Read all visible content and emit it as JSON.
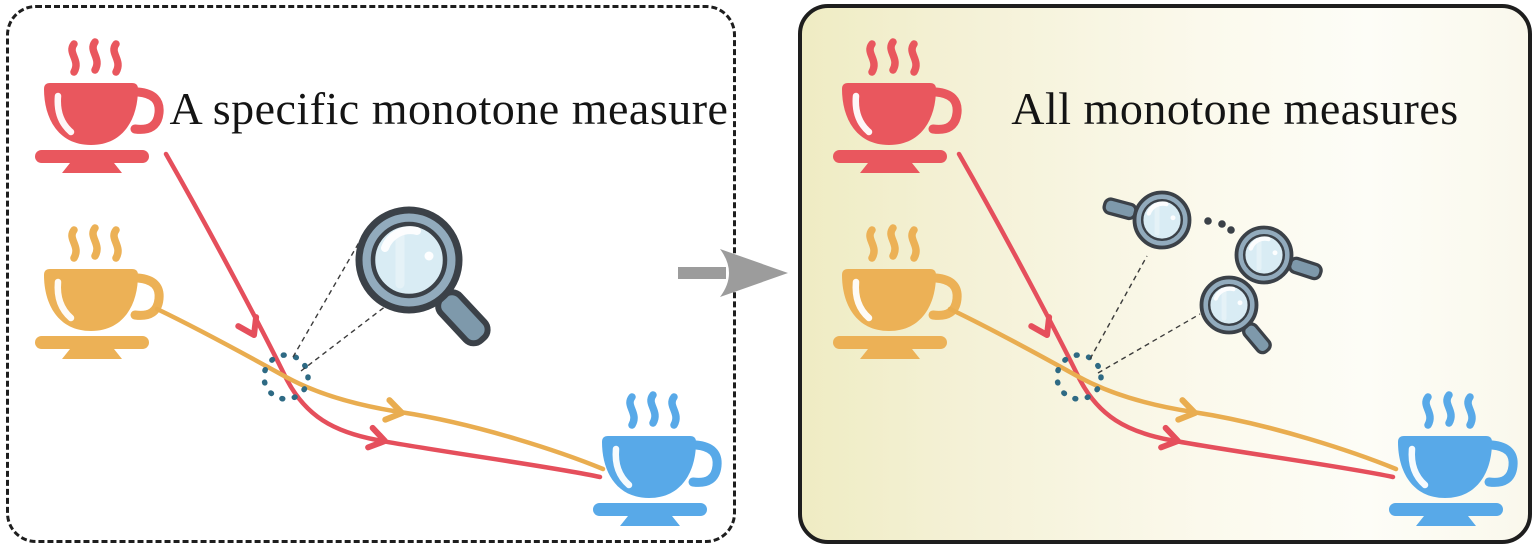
{
  "figure": {
    "left_panel": {
      "title": "A specific monotone measure",
      "border": "dashed",
      "icons": [
        "steaming-coffee-cup-red",
        "steaming-coffee-cup-yellow",
        "steaming-coffee-cup-blue",
        "magnifying-glass",
        "dotted-focus-circle",
        "callout-dashed-lines",
        "curve-arrow-red",
        "curve-arrow-yellow"
      ]
    },
    "right_panel": {
      "title": "All monotone measures",
      "border": "solid",
      "icons": [
        "steaming-coffee-cup-red",
        "steaming-coffee-cup-yellow",
        "steaming-coffee-cup-blue",
        "magnifying-glass-1",
        "ellipsis-dots",
        "magnifying-glass-2",
        "magnifying-glass-3",
        "dotted-focus-circle",
        "callout-dashed-lines",
        "curve-arrow-red",
        "curve-arrow-yellow"
      ]
    },
    "connector": {
      "icon": "right-arrow-gray"
    }
  },
  "colors": {
    "cup_red": "#e9575e",
    "cup_yellow": "#ecb156",
    "cup_blue": "#58a9e8",
    "curve_red": "#e54f5c",
    "curve_yellow": "#e9ad50",
    "focus_dot": "#2e6a84",
    "mag_ring": "#92abbd",
    "mag_lens": "#d9ecf4",
    "mag_handle": "#7e99ab",
    "mag_outline": "#3b4148",
    "arrow_gray": "#9c9c9c",
    "panel_border": "#1e1e1e",
    "bg_left": "#ffffff",
    "bg_right_start": "#efecc3",
    "bg_right_end": "#fdfdf7",
    "title": "#141414"
  }
}
